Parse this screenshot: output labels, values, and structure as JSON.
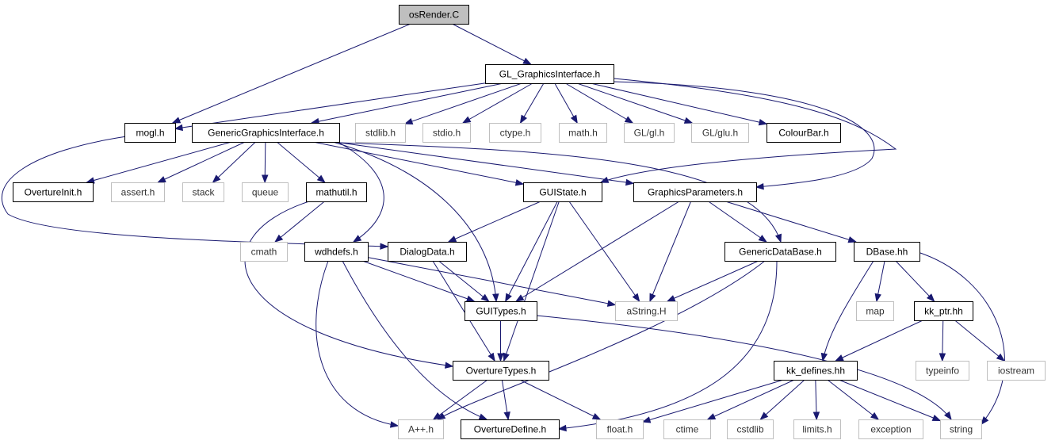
{
  "graph": {
    "nodes": [
      {
        "id": "osRender",
        "label": "osRender.C",
        "kind": "root"
      },
      {
        "id": "GLGI",
        "label": "GL_GraphicsInterface.h",
        "kind": "proj"
      },
      {
        "id": "mogl",
        "label": "mogl.h",
        "kind": "proj"
      },
      {
        "id": "GGI",
        "label": "GenericGraphicsInterface.h",
        "kind": "proj"
      },
      {
        "id": "stdlib",
        "label": "stdlib.h",
        "kind": "ext"
      },
      {
        "id": "stdio",
        "label": "stdio.h",
        "kind": "ext"
      },
      {
        "id": "ctype",
        "label": "ctype.h",
        "kind": "ext"
      },
      {
        "id": "math",
        "label": "math.h",
        "kind": "ext"
      },
      {
        "id": "gl",
        "label": "GL/gl.h",
        "kind": "ext"
      },
      {
        "id": "glu",
        "label": "GL/glu.h",
        "kind": "ext"
      },
      {
        "id": "ColourBar",
        "label": "ColourBar.h",
        "kind": "proj"
      },
      {
        "id": "OvertureInit",
        "label": "OvertureInit.h",
        "kind": "proj"
      },
      {
        "id": "assert",
        "label": "assert.h",
        "kind": "ext"
      },
      {
        "id": "stack",
        "label": "stack",
        "kind": "ext"
      },
      {
        "id": "queue",
        "label": "queue",
        "kind": "ext"
      },
      {
        "id": "mathutil",
        "label": "mathutil.h",
        "kind": "proj"
      },
      {
        "id": "GUIState",
        "label": "GUIState.h",
        "kind": "proj"
      },
      {
        "id": "GraphicsParameters",
        "label": "GraphicsParameters.h",
        "kind": "proj"
      },
      {
        "id": "cmath",
        "label": "cmath",
        "kind": "ext"
      },
      {
        "id": "wdhdefs",
        "label": "wdhdefs.h",
        "kind": "proj"
      },
      {
        "id": "DialogData",
        "label": "DialogData.h",
        "kind": "proj"
      },
      {
        "id": "GenericDataBase",
        "label": "GenericDataBase.h",
        "kind": "proj"
      },
      {
        "id": "DBase",
        "label": "DBase.hh",
        "kind": "proj"
      },
      {
        "id": "GUITypes",
        "label": "GUITypes.h",
        "kind": "proj"
      },
      {
        "id": "aString",
        "label": "aString.H",
        "kind": "ext"
      },
      {
        "id": "map",
        "label": "map",
        "kind": "ext"
      },
      {
        "id": "kkptr",
        "label": "kk_ptr.hh",
        "kind": "proj"
      },
      {
        "id": "OvertureTypes",
        "label": "OvertureTypes.h",
        "kind": "proj"
      },
      {
        "id": "typeinfo",
        "label": "typeinfo",
        "kind": "ext"
      },
      {
        "id": "iostream",
        "label": "iostream",
        "kind": "ext"
      },
      {
        "id": "kkdefines",
        "label": "kk_defines.hh",
        "kind": "proj"
      },
      {
        "id": "App",
        "label": "A++.h",
        "kind": "ext"
      },
      {
        "id": "OvertureDefine",
        "label": "OvertureDefine.h",
        "kind": "proj"
      },
      {
        "id": "float",
        "label": "float.h",
        "kind": "ext"
      },
      {
        "id": "ctime",
        "label": "ctime",
        "kind": "ext"
      },
      {
        "id": "cstdlib",
        "label": "cstdlib",
        "kind": "ext"
      },
      {
        "id": "limits",
        "label": "limits.h",
        "kind": "ext"
      },
      {
        "id": "exception",
        "label": "exception",
        "kind": "ext"
      },
      {
        "id": "string",
        "label": "string",
        "kind": "ext"
      }
    ],
    "edges": [
      {
        "from": "osRender",
        "to": "GLGI"
      },
      {
        "from": "osRender",
        "to": "mogl"
      },
      {
        "from": "GLGI",
        "to": "mogl"
      },
      {
        "from": "GLGI",
        "to": "GGI"
      },
      {
        "from": "GLGI",
        "to": "stdlib"
      },
      {
        "from": "GLGI",
        "to": "stdio"
      },
      {
        "from": "GLGI",
        "to": "ctype"
      },
      {
        "from": "GLGI",
        "to": "math"
      },
      {
        "from": "GLGI",
        "to": "gl"
      },
      {
        "from": "GLGI",
        "to": "glu"
      },
      {
        "from": "GLGI",
        "to": "ColourBar"
      },
      {
        "from": "GLGI",
        "to": "GUIState"
      },
      {
        "from": "GLGI",
        "to": "GraphicsParameters"
      },
      {
        "from": "mogl",
        "to": "DialogData"
      },
      {
        "from": "GGI",
        "to": "OvertureInit"
      },
      {
        "from": "GGI",
        "to": "assert"
      },
      {
        "from": "GGI",
        "to": "stack"
      },
      {
        "from": "GGI",
        "to": "queue"
      },
      {
        "from": "GGI",
        "to": "mathutil"
      },
      {
        "from": "GGI",
        "to": "GUIState"
      },
      {
        "from": "GGI",
        "to": "GraphicsParameters"
      },
      {
        "from": "GGI",
        "to": "wdhdefs"
      },
      {
        "from": "GGI",
        "to": "GUITypes"
      },
      {
        "from": "GGI",
        "to": "GenericDataBase"
      },
      {
        "from": "mathutil",
        "to": "cmath"
      },
      {
        "from": "mathutil",
        "to": "OvertureTypes"
      },
      {
        "from": "GUIState",
        "to": "DialogData"
      },
      {
        "from": "GUIState",
        "to": "GUITypes"
      },
      {
        "from": "GUIState",
        "to": "aString"
      },
      {
        "from": "GUIState",
        "to": "OvertureTypes"
      },
      {
        "from": "GraphicsParameters",
        "to": "GenericDataBase"
      },
      {
        "from": "GraphicsParameters",
        "to": "DBase"
      },
      {
        "from": "GraphicsParameters",
        "to": "GUITypes"
      },
      {
        "from": "GraphicsParameters",
        "to": "aString"
      },
      {
        "from": "wdhdefs",
        "to": "GUITypes"
      },
      {
        "from": "wdhdefs",
        "to": "aString"
      },
      {
        "from": "wdhdefs",
        "to": "App"
      },
      {
        "from": "wdhdefs",
        "to": "OvertureDefine"
      },
      {
        "from": "DialogData",
        "to": "GUITypes"
      },
      {
        "from": "DialogData",
        "to": "OvertureTypes"
      },
      {
        "from": "GenericDataBase",
        "to": "aString"
      },
      {
        "from": "GenericDataBase",
        "to": "App"
      },
      {
        "from": "GenericDataBase",
        "to": "OvertureDefine"
      },
      {
        "from": "DBase",
        "to": "map"
      },
      {
        "from": "DBase",
        "to": "kkptr"
      },
      {
        "from": "DBase",
        "to": "kkdefines"
      },
      {
        "from": "DBase",
        "to": "string"
      },
      {
        "from": "GUITypes",
        "to": "OvertureTypes"
      },
      {
        "from": "GUITypes",
        "to": "string"
      },
      {
        "from": "kkptr",
        "to": "typeinfo"
      },
      {
        "from": "kkptr",
        "to": "iostream"
      },
      {
        "from": "kkptr",
        "to": "kkdefines"
      },
      {
        "from": "OvertureTypes",
        "to": "App"
      },
      {
        "from": "OvertureTypes",
        "to": "OvertureDefine"
      },
      {
        "from": "OvertureTypes",
        "to": "float"
      },
      {
        "from": "kkdefines",
        "to": "float"
      },
      {
        "from": "kkdefines",
        "to": "ctime"
      },
      {
        "from": "kkdefines",
        "to": "cstdlib"
      },
      {
        "from": "kkdefines",
        "to": "limits"
      },
      {
        "from": "kkdefines",
        "to": "exception"
      },
      {
        "from": "kkdefines",
        "to": "string"
      }
    ]
  },
  "colors": {
    "edge": "#191970",
    "root_fill": "#bfbfbf",
    "project_border": "#000000",
    "external_border": "#bfbfbf"
  }
}
